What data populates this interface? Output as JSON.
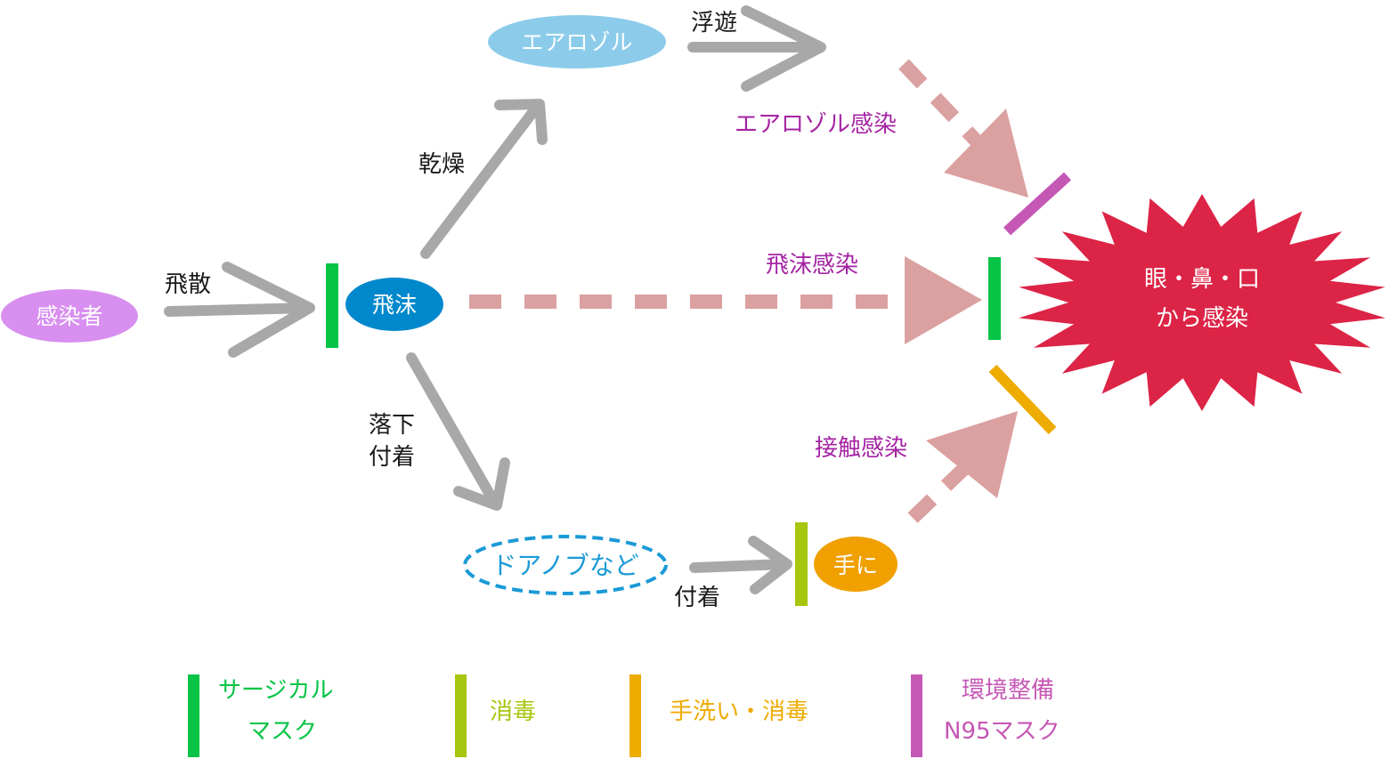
{
  "nodes": {
    "infected": "感染者",
    "droplet": "飛沫",
    "aerosol": "エアロゾル",
    "surface": "ドアノブなど",
    "hand": "手に",
    "target_line1": "眼・鼻・口",
    "target_line2": "から感染"
  },
  "edge_labels": {
    "scatter": "飛散",
    "dry": "乾燥",
    "float": "浮遊",
    "fall_line1": "落下",
    "fall_line2": "付着",
    "attach": "付着"
  },
  "routes": {
    "aerosol_infection": "エアロゾル感染",
    "droplet_infection": "飛沫感染",
    "contact_infection": "接触感染"
  },
  "legend": [
    {
      "line1": "サージカル",
      "line2": "マスク",
      "color": "#05c446"
    },
    {
      "line1": "消毒",
      "line2": "",
      "color": "#a6c70e"
    },
    {
      "line1": "手洗い・消毒",
      "line2": "",
      "color": "#eeab00"
    },
    {
      "line1": "環境整備",
      "line2": "N95マスク",
      "color": "#c557b5"
    }
  ],
  "colors": {
    "arrow_gray": "#a8a8a8",
    "arrow_pink": "#dba0a0",
    "route_label": "#a524a4",
    "infected_fill": "#d88ff0",
    "droplet_fill": "#0088cc",
    "aerosol_fill": "#8cccea",
    "hand_fill": "#f0a000",
    "surface_stroke": "#1a9ad6",
    "burst_fill": "#dc2446"
  }
}
